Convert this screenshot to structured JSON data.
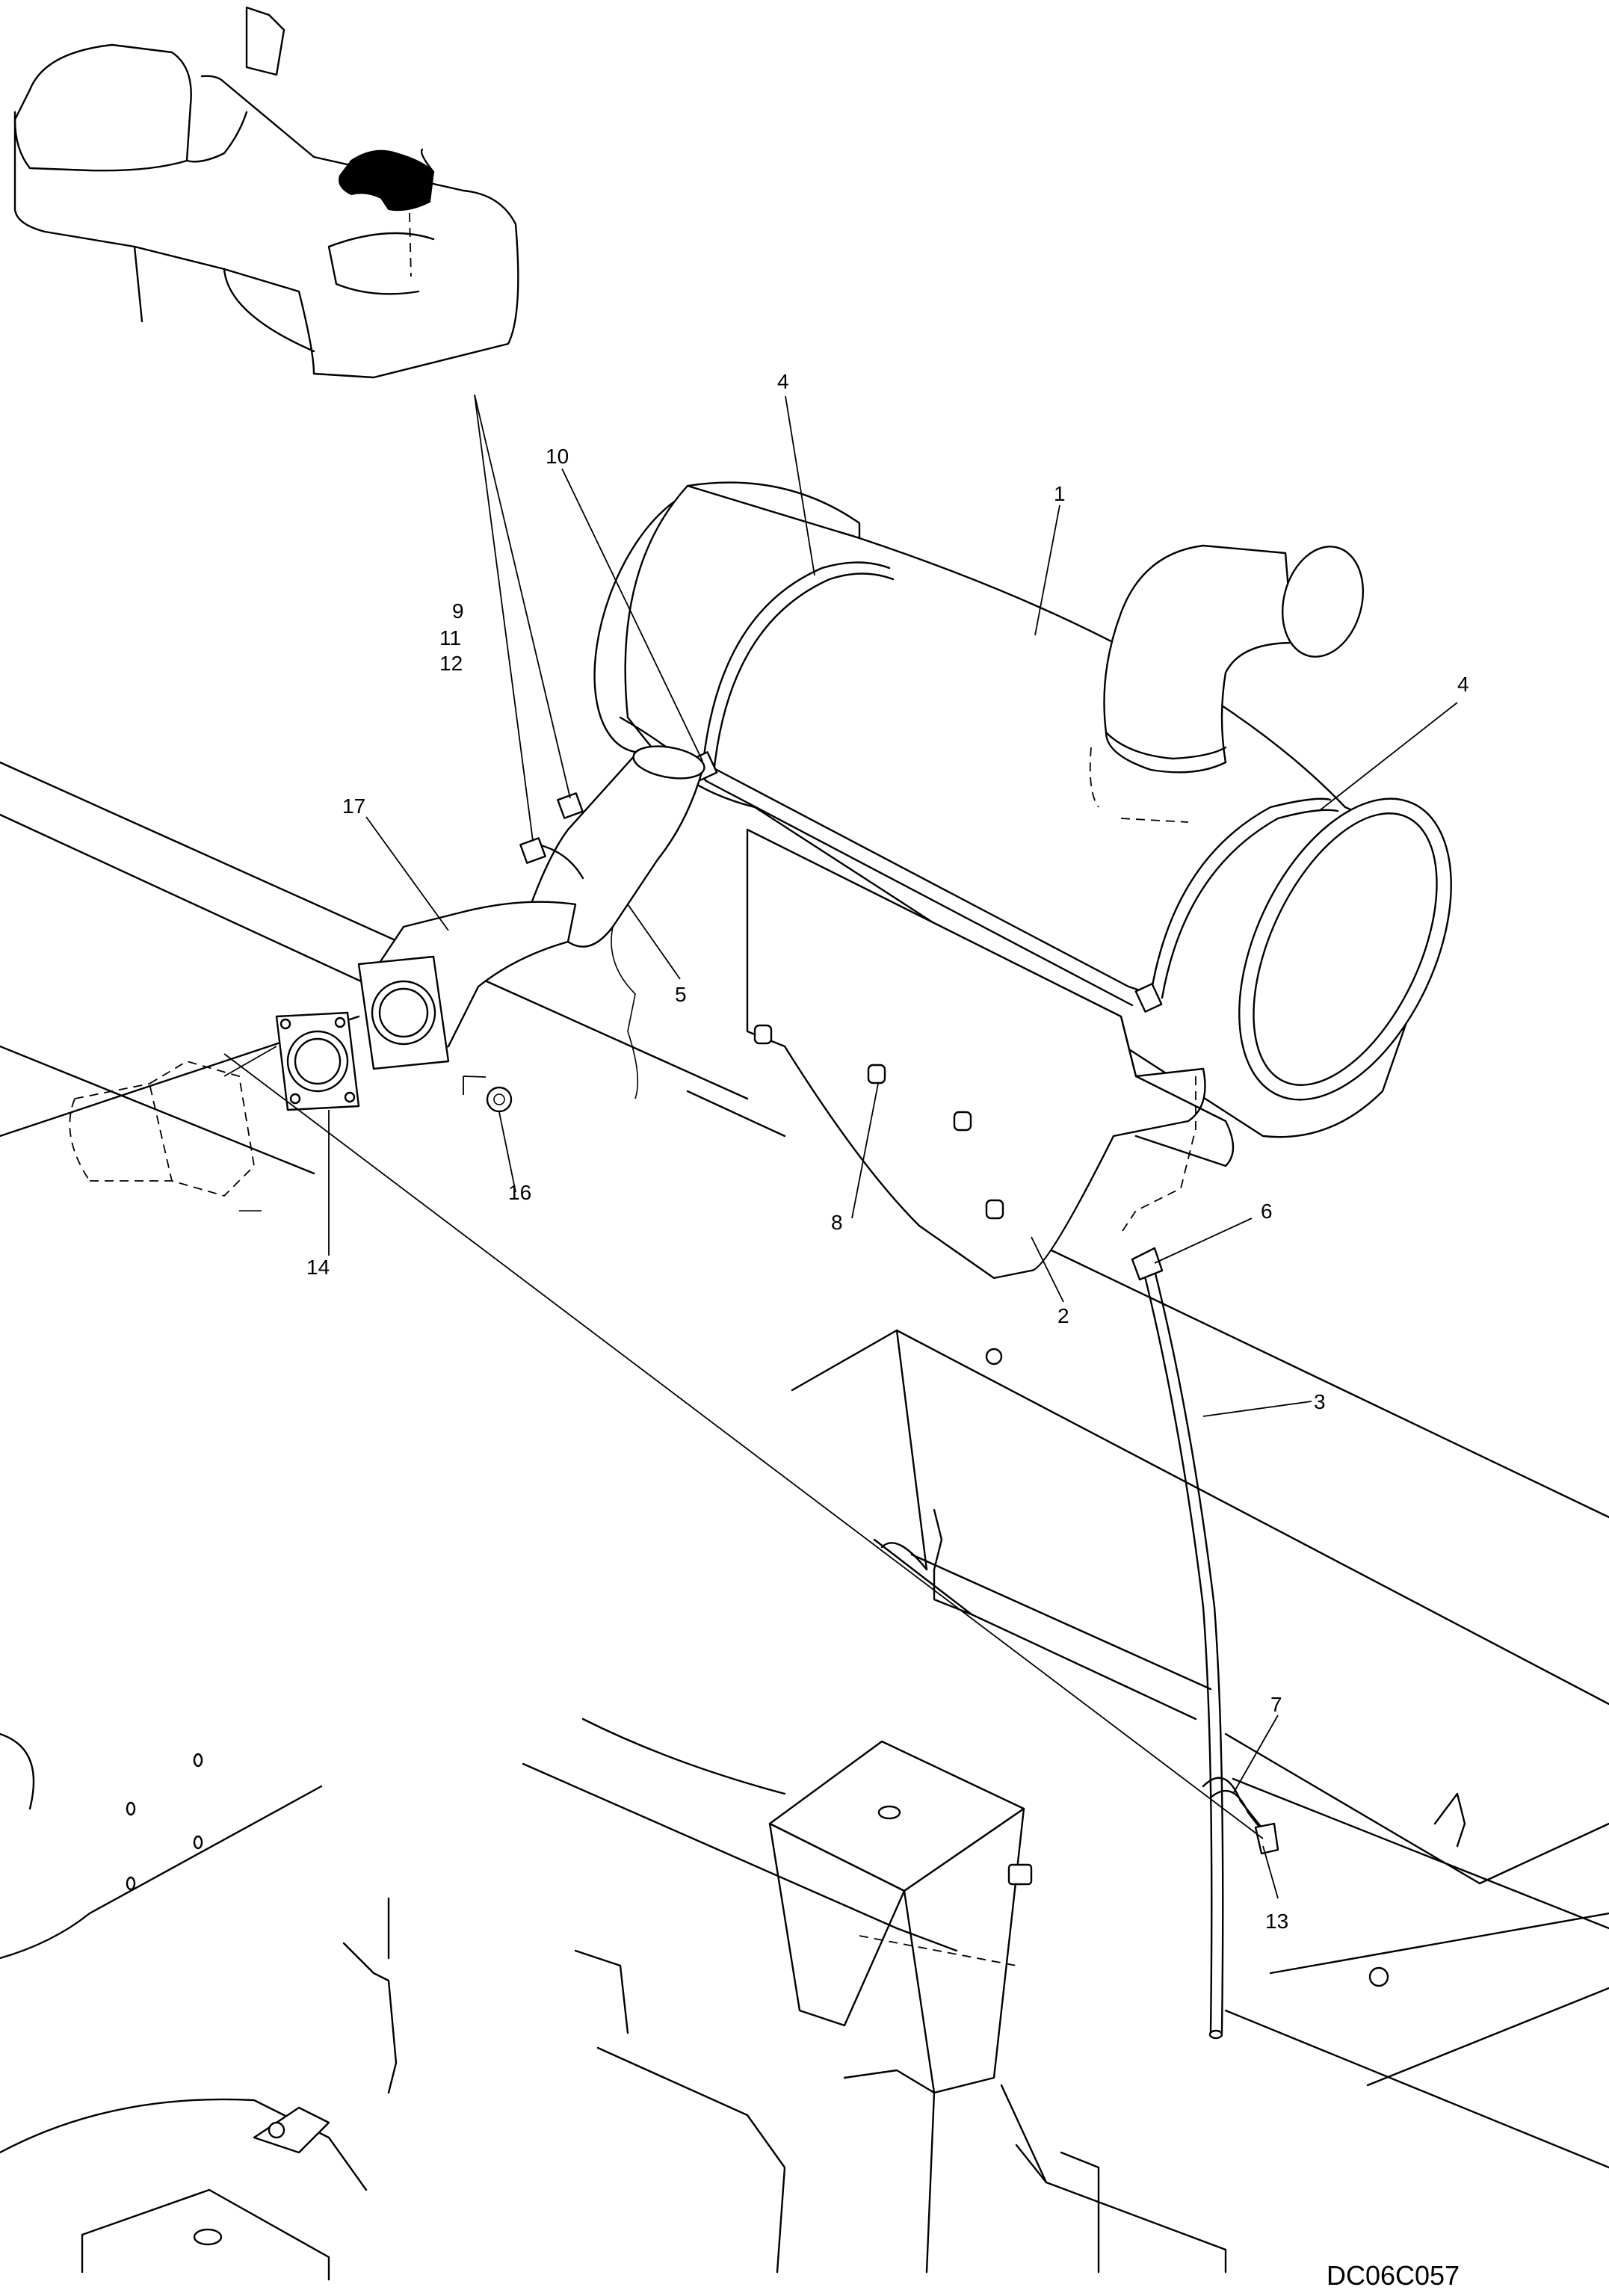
{
  "callouts": {
    "c1": "1",
    "c2": "2",
    "c3": "3",
    "c4a": "4",
    "c4b": "4",
    "c5": "5",
    "c6": "6",
    "c7": "7",
    "c8": "8",
    "c9": "9",
    "c11": "11",
    "c12": "12",
    "c10": "10",
    "c13": "13",
    "c14": "14",
    "c16": "16",
    "c17": "17"
  },
  "drawing_code": "DC06C057"
}
